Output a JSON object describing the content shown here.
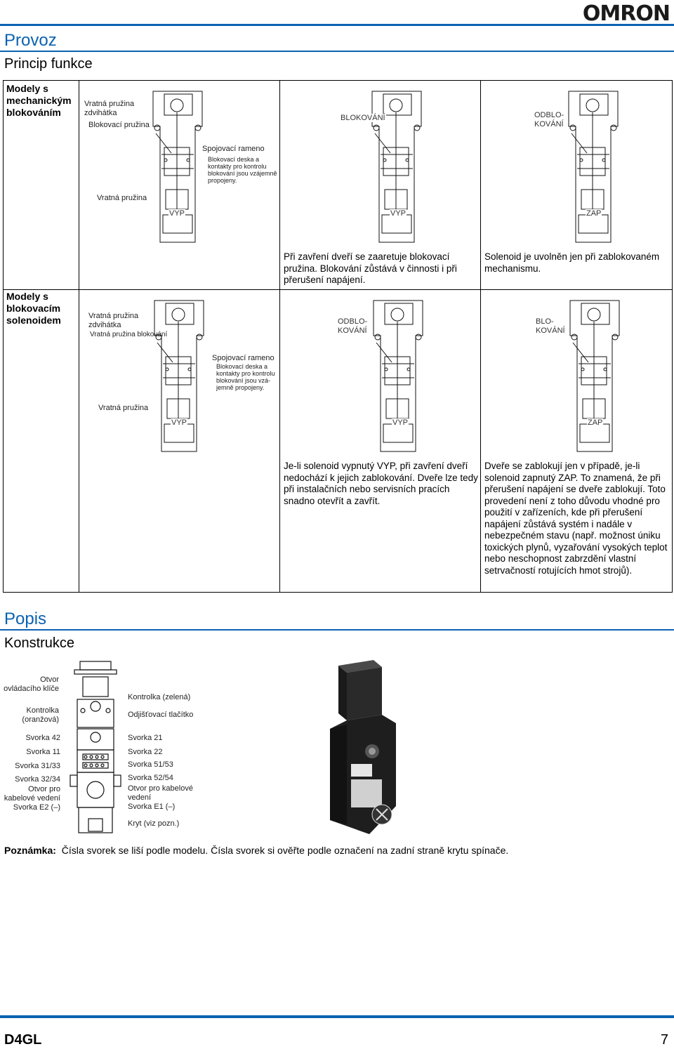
{
  "header": {
    "brand": "OMRON"
  },
  "section1": {
    "title": "Provoz",
    "subtitle": "Princip funkce"
  },
  "mechanical": {
    "label": "Modely s mechanickým blokováním",
    "callouts": {
      "spring_lift": "Vratná pružina zdvihátka",
      "blocking_spring": "Blokovací pružina",
      "connecting_arm": "Spojovací rameno",
      "contacts": "Blokovací deska a kontakty pro kontrolu blokování jsou vzájemně propojeny.",
      "return_spring": "Vratná pružina"
    },
    "switches": [
      {
        "state": "VYP",
        "mode": ""
      },
      {
        "state": "VYP",
        "mode": "BLOKOVÁNÍ"
      },
      {
        "state": "ZAP",
        "mode": "ODBLO-\nKOVÁNÍ"
      }
    ],
    "captions": [
      "Při zavření dveří se zaaretuje blokovací pružina. Blokování zůstává v činnosti i při přerušení napájení.",
      "Solenoid je uvolněn jen při zablokovaném mechanismu."
    ]
  },
  "solenoid": {
    "label": "Modely s blokovacím solenoidem",
    "callouts": {
      "spring_lift": "Vratná pružina zdvihátka",
      "blocking_spring": "Vratná pružina blokování",
      "connecting_arm": "Spojovací rameno",
      "contacts": "Blokovací deska a kontakty pro kontrolu blokování jsou vzá-jemně propojeny.",
      "return_spring": "Vratná pružina"
    },
    "switches": [
      {
        "state": "VYP",
        "mode": ""
      },
      {
        "state": "VYP",
        "mode": "ODBLO-\nKOVÁNÍ"
      },
      {
        "state": "ZAP",
        "mode": "BLO-\nKOVÁNÍ"
      }
    ],
    "captions": [
      "Je-li solenoid vypnutý VYP, při zavření dveří nedochází k jejich zablokování. Dveře lze tedy při instalačních nebo servisních pracích snadno otevřít a zavřít.",
      "Dveře se zablokují jen v případě, je-li solenoid zapnutý ZAP. To znamená, že při přerušení napájení se dveře zablokují. Toto provedení není z toho důvodu vhodné pro použití v zařízeních, kde při přerušení napájení zůstává systém i nadále v nebezpečném stavu (např. možnost úniku toxických plynů, vyzařování vysokých teplot nebo neschopnost zabrzdění vlastní setrvačností rotujících hmot strojů)."
    ]
  },
  "section2": {
    "title": "Popis",
    "subtitle": "Konstrukce"
  },
  "parts_left": [
    "Otvor ovládacího klíče",
    "Kontrolka (oranžová)",
    "Svorka 42",
    "Svorka 11",
    "Svorka 31/33",
    "Svorka 32/34",
    "Otvor pro kabelové vedení",
    "Svorka E2 (–)"
  ],
  "parts_right": [
    "Kontrolka (zelená)",
    "Odjišťovací tlačítko",
    "Svorka 21",
    "Svorka 22",
    "Svorka 51/53",
    "Svorka 52/54",
    "Otvor pro kabelové vedení",
    "Svorka E1 (–)",
    "Kryt (viz pozn.)"
  ],
  "note": {
    "label": "Poznámka:",
    "text": "Čísla svorek se liší podle modelu. Čísla svorek si ověřte podle označení na zadní straně krytu spínače."
  },
  "footer": {
    "model": "D4GL",
    "page": "7"
  }
}
